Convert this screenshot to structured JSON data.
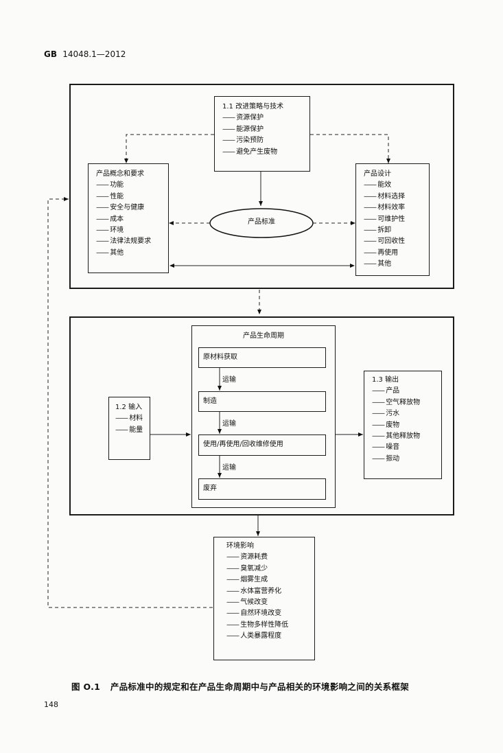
{
  "header": {
    "standard": "GB",
    "number": "14048.1—2012"
  },
  "strategy": {
    "title": "1.1  改进策略与技术",
    "items": [
      "资源保护",
      "能源保护",
      "污染预防",
      "避免产生废物"
    ]
  },
  "concept": {
    "title": "产品概念和要求",
    "items": [
      "功能",
      "性能",
      "安全与健康",
      "成本",
      "环境",
      "法律法规要求",
      "其他"
    ]
  },
  "design": {
    "title": "产品设计",
    "items": [
      "能效",
      "材料选择",
      "材料效率",
      "可维护性",
      "拆卸",
      "可回收性",
      "再使用",
      "其他"
    ]
  },
  "standard_oval": {
    "label": "产品标准"
  },
  "lifecycle": {
    "title": "产品生命周期",
    "stages": [
      "原材料获取",
      "制造",
      "使用/再使用/回收维修使用",
      "废弃"
    ],
    "transport_label": "运输"
  },
  "input": {
    "title": "1.2  输入",
    "items": [
      "材料",
      "能量"
    ]
  },
  "output": {
    "title": "1.3  输出",
    "items": [
      "产品",
      "空气释放物",
      "污水",
      "废物",
      "其他释放物",
      "噪音",
      "振动"
    ]
  },
  "impact": {
    "title": "环境影响",
    "items": [
      "资源耗费",
      "臭氧减少",
      "烟雾生成",
      "水体富营养化",
      "气候改变",
      "自然环境改变",
      "生物多样性降低",
      "人类暴露程度"
    ]
  },
  "caption": {
    "label": "图 O.1",
    "text": "产品标准中的规定和在产品生命周期中与产品相关的环境影响之间的关系框架"
  },
  "page_number": "148"
}
